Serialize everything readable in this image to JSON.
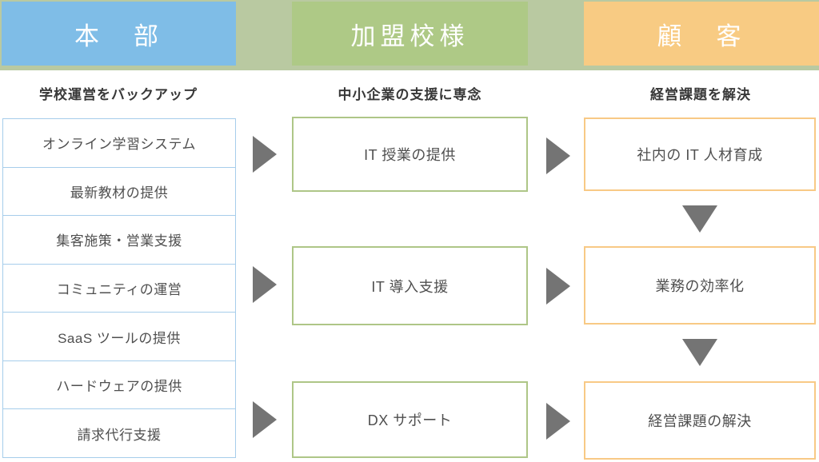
{
  "diagram": {
    "columns": [
      {
        "id": "honbu",
        "header": "本　部",
        "subtitle": "学校運営をバックアップ",
        "items": [
          "オンライン学習システム",
          "最新教材の提供",
          "集客施策・営業支援",
          "コミュニティの運営",
          "SaaS ツールの提供",
          "ハードウェアの提供",
          "請求代行支援"
        ]
      },
      {
        "id": "kamei",
        "header": "加盟校様",
        "subtitle": "中小企業の支援に専念",
        "boxes": [
          "IT 授業の提供",
          "IT 導入支援",
          "DX サポート"
        ]
      },
      {
        "id": "kokyaku",
        "header": "顧　客",
        "subtitle": "経営課題を解決",
        "boxes": [
          "社内の IT 人材育成",
          "業務の効率化",
          "経営課題の解決"
        ]
      }
    ],
    "colors": {
      "band_green": "#b9c9a1",
      "header_blue": "#7fbde7",
      "header_green": "#aec986",
      "header_orange": "#f8cb83",
      "list_border_blue": "#a6cdeb",
      "box_border_green": "#aec687",
      "box_border_orange": "#f8c985",
      "arrow_gray": "#747474",
      "text_dark": "#4f4f4f",
      "header_text": "#ffffff"
    }
  }
}
